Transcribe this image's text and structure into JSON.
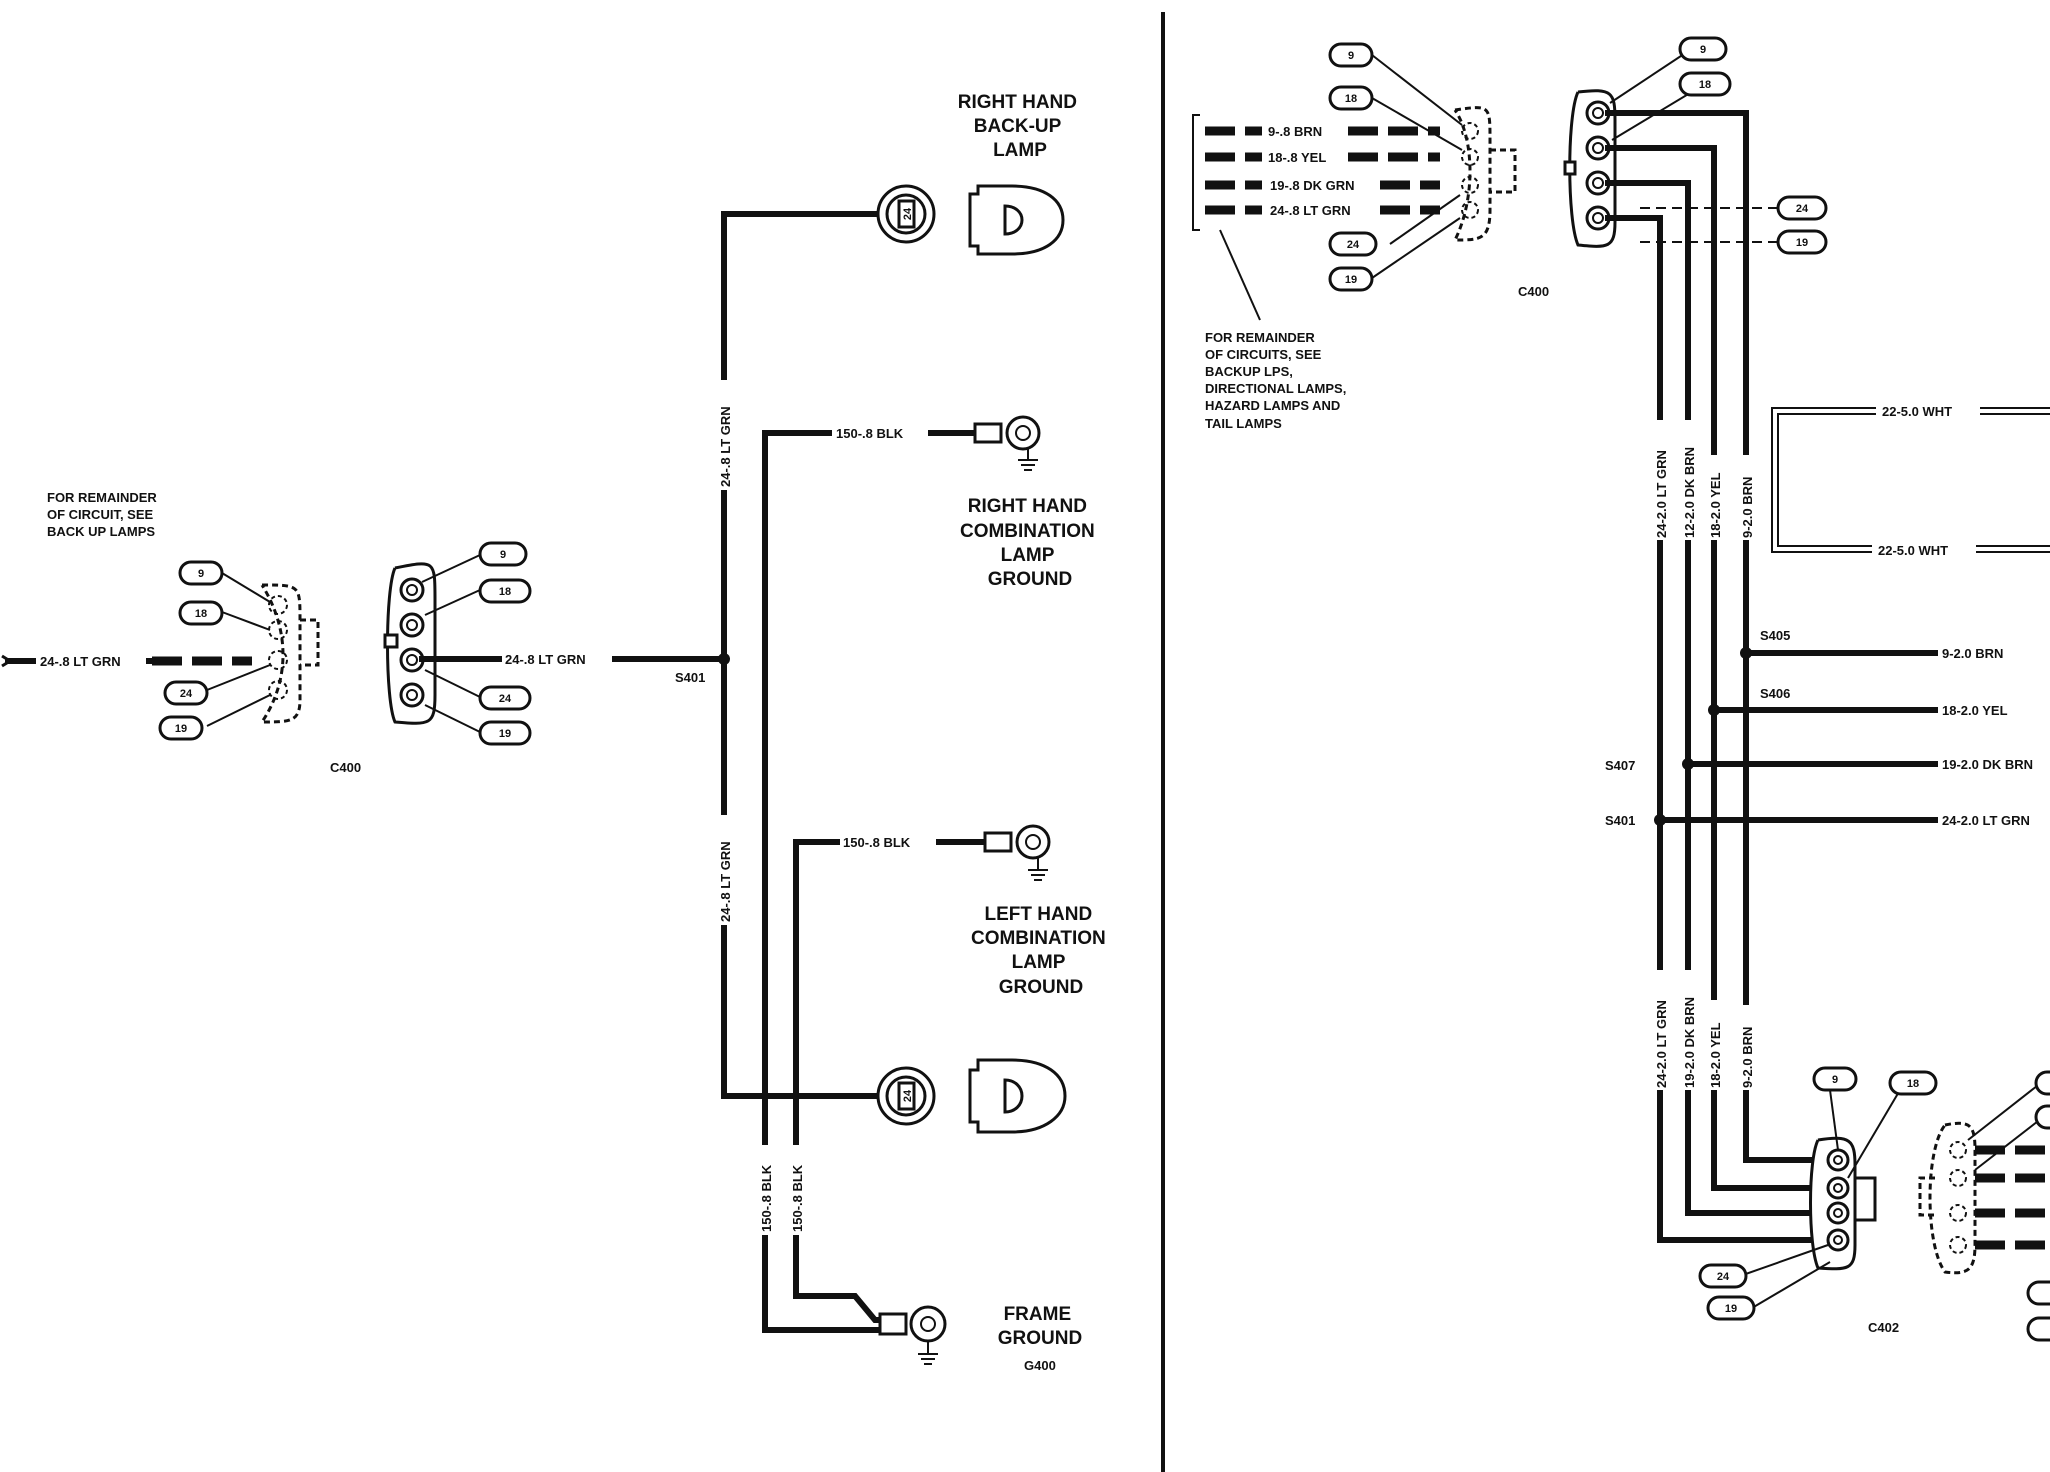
{
  "left": {
    "titles": {
      "rh_backup": [
        "RIGHT HAND",
        "BACK-UP",
        "LAMP"
      ],
      "rh_combo": [
        "RIGHT HAND",
        "COMBINATION",
        "LAMP",
        "GROUND"
      ],
      "lh_combo": [
        "LEFT HAND",
        "COMBINATION",
        "LAMP",
        "GROUND"
      ],
      "frame": [
        "FRAME",
        "GROUND"
      ],
      "g400": "G400"
    },
    "note": [
      "FOR REMAINDER",
      "OF CIRCUIT, SEE",
      "BACK UP LAMPS"
    ],
    "wires": {
      "main_in": "24-.8 LT GRN",
      "main_out": "24-.8 LT GRN",
      "vert_upper": "24-.8 LT GRN",
      "vert_lower": "24-.8 LT GRN",
      "blk_rh": "150-.8 BLK",
      "blk_lh": "150-.8 BLK",
      "blk_v1": "150-.8 BLK",
      "blk_v2": "150-.8 BLK"
    },
    "splice": "S401",
    "connector": "C400",
    "lamp_pin": "24",
    "pins": [
      "9",
      "18",
      "24",
      "19"
    ]
  },
  "right": {
    "c400": {
      "wires": [
        "9-.8 BRN",
        "18-.8 YEL",
        "19-.8 DK GRN",
        "24-.8 LT GRN"
      ],
      "label": "C400",
      "pins": [
        "9",
        "18",
        "24",
        "19"
      ]
    },
    "note": [
      "FOR REMAINDER",
      "OF CIRCUITS, SEE",
      "BACKUP LPS,",
      "DIRECTIONAL LAMPS,",
      "HAZARD LAMPS AND",
      "TAIL LAMPS"
    ],
    "vwires_upper": [
      "24-2.0 LT GRN",
      "12-2.0 DK BRN",
      "18-2.0 YEL",
      "9-2.0 BRN"
    ],
    "vwires_lower": [
      "24-2.0 LT GRN",
      "19-2.0 DK BRN",
      "18-2.0 YEL",
      "9-2.0 BRN"
    ],
    "wht": [
      "22-5.0 WHT",
      "22-5.0 WHT"
    ],
    "splices": [
      "S405",
      "S406",
      "S407",
      "S401"
    ],
    "hwires": [
      "9-2.0 BRN",
      "18-2.0 YEL",
      "19-2.0 DK BRN",
      "24-2.0 LT GRN"
    ],
    "c402": "C402",
    "pins": [
      "9",
      "18",
      "24",
      "19"
    ]
  }
}
